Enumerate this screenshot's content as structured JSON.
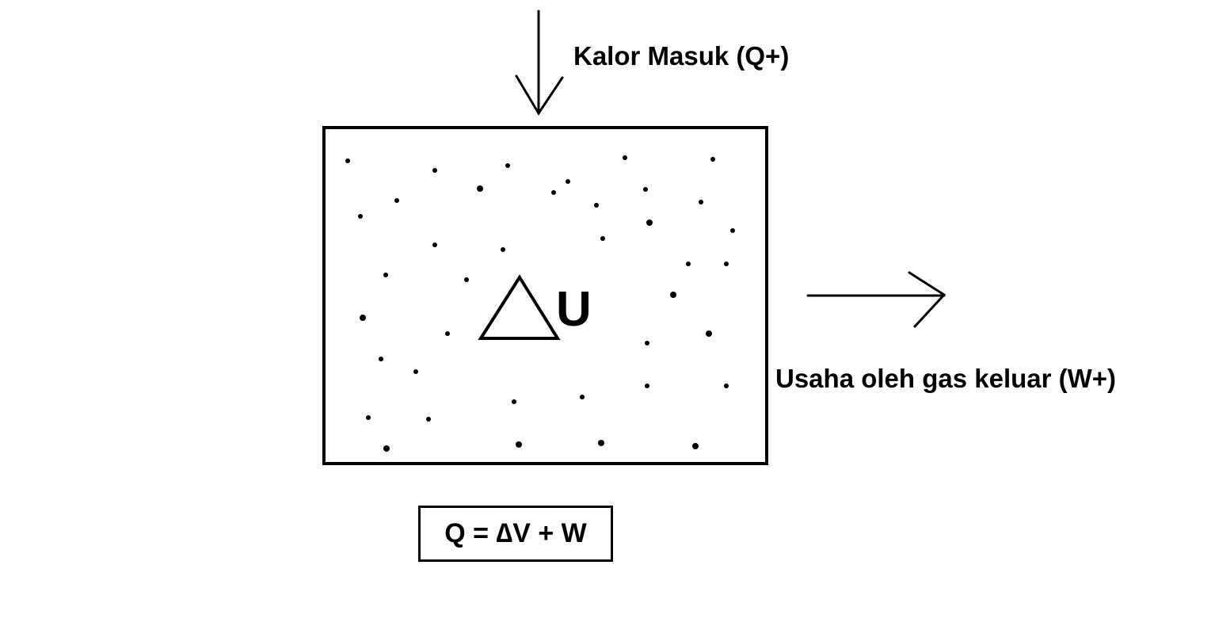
{
  "labels": {
    "heat_in": "Kalor Masuk (Q+)",
    "work_out": "Usaha oleh gas keluar (W+)",
    "internal_energy_symbol": "U",
    "formula": "Q = ∆V + W"
  },
  "icons": {
    "heat_arrow": "arrow-down-icon",
    "work_arrow": "arrow-right-icon",
    "delta": "triangle-delta-icon"
  },
  "colors": {
    "ink": "#000000",
    "background": "#ffffff"
  }
}
